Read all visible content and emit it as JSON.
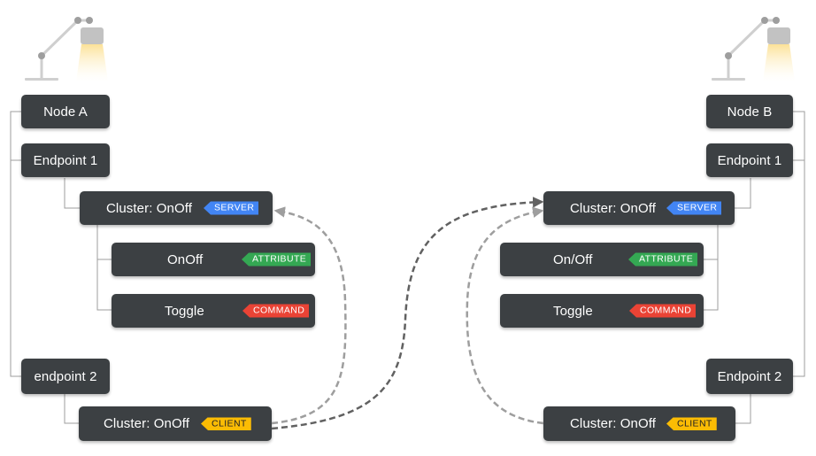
{
  "colors": {
    "box": "#3c4043",
    "server": "#4285f4",
    "attribute": "#34a853",
    "command": "#ea4335",
    "client": "#fbbc04",
    "connector": "#9e9e9e",
    "arrow_light": "#9e9e9e",
    "arrow_dark": "#616161"
  },
  "icons": {
    "lamp": "desk-lamp-icon"
  },
  "left": {
    "node": "Node A",
    "endpoint1": "Endpoint 1",
    "cluster_server": "Cluster: OnOff",
    "server_tag": "SERVER",
    "attribute": "OnOff",
    "attribute_tag": "ATTRIBUTE",
    "command": "Toggle",
    "command_tag": "COMMAND",
    "endpoint2": "endpoint 2",
    "cluster_client": "Cluster: OnOff",
    "client_tag": "CLIENT"
  },
  "right": {
    "node": "Node B",
    "endpoint1": "Endpoint 1",
    "cluster_server": "Cluster: OnOff",
    "server_tag": "SERVER",
    "attribute": "On/Off",
    "attribute_tag": "ATTRIBUTE",
    "command": "Toggle",
    "command_tag": "COMMAND",
    "endpoint2": "Endpoint 2",
    "cluster_client": "Cluster: OnOff",
    "client_tag": "CLIENT"
  }
}
